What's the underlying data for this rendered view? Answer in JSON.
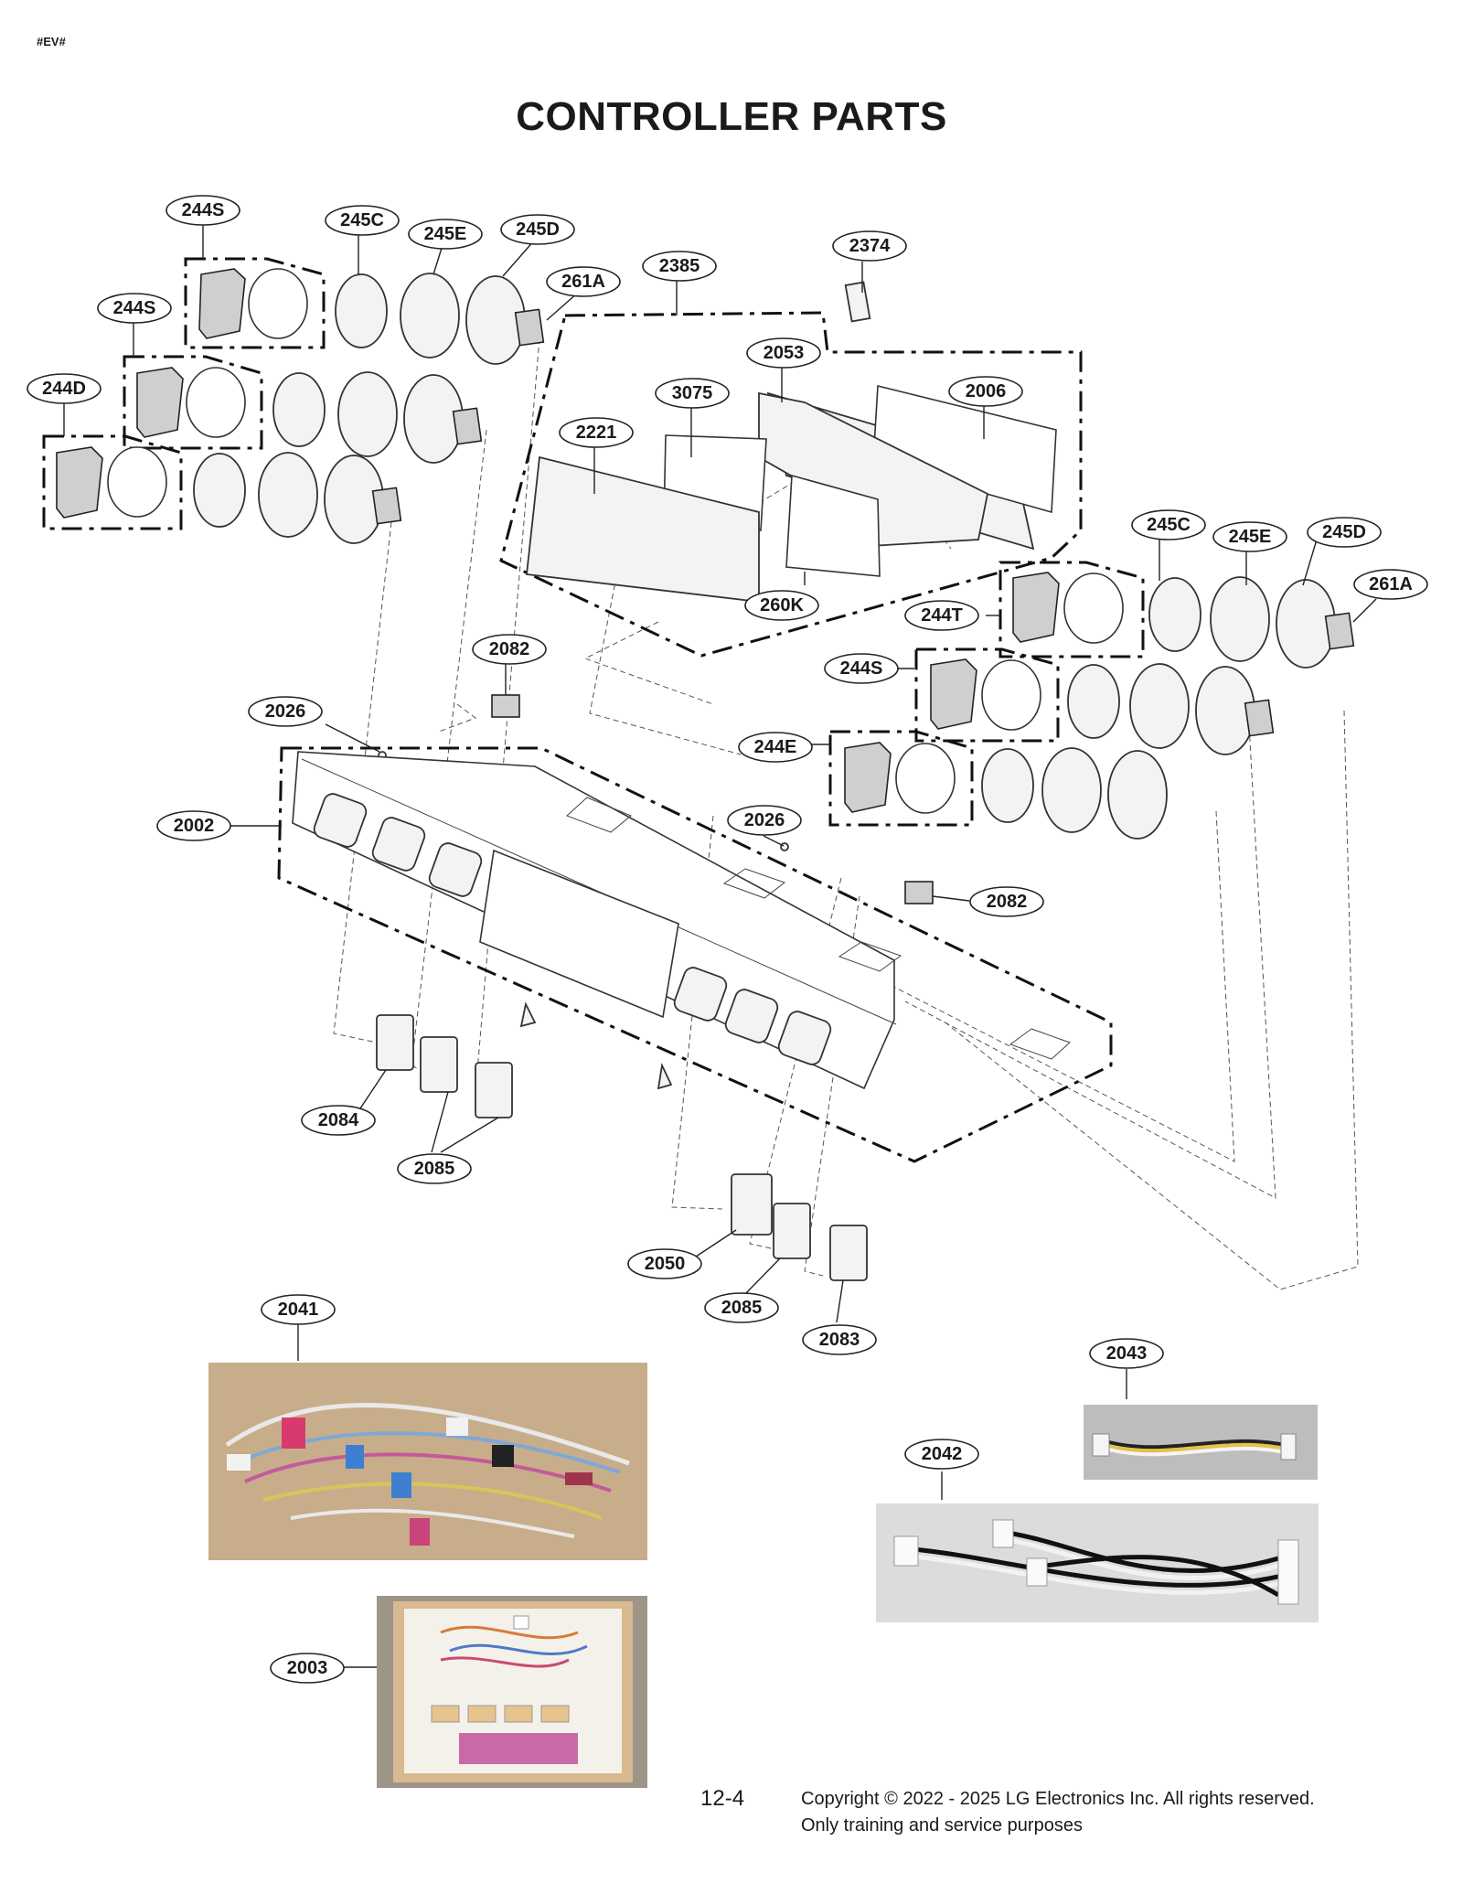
{
  "header": {
    "model_tag": "#EV#",
    "title": "CONTROLLER PARTS"
  },
  "callouts": {
    "c244S_a": "244S",
    "c245C_a": "245C",
    "c245E_a": "245E",
    "c245D_a": "245D",
    "c261A_a": "261A",
    "c2385": "2385",
    "c2374": "2374",
    "c244S_b": "244S",
    "c244D": "244D",
    "c2053": "2053",
    "c3075": "3075",
    "c2006": "2006",
    "c2221": "2221",
    "c245C_b": "245C",
    "c245E_b": "245E",
    "c245D_b": "245D",
    "c261A_b": "261A",
    "c260K": "260K",
    "c244T": "244T",
    "c2082_a": "2082",
    "c244S_c": "244S",
    "c2026_a": "2026",
    "c244E": "244E",
    "c2002": "2002",
    "c2026_b": "2026",
    "c2082_b": "2082",
    "c2084": "2084",
    "c2085_a": "2085",
    "c2050": "2050",
    "c2085_b": "2085",
    "c2083": "2083",
    "c2041": "2041",
    "c2043": "2043",
    "c2042": "2042",
    "c2003": "2003"
  },
  "footer": {
    "page_number": "12-4",
    "copyright_line1": "Copyright © 2022 - 2025 LG Electronics Inc. All rights reserved.",
    "copyright_line2": "Only training and service purposes"
  }
}
